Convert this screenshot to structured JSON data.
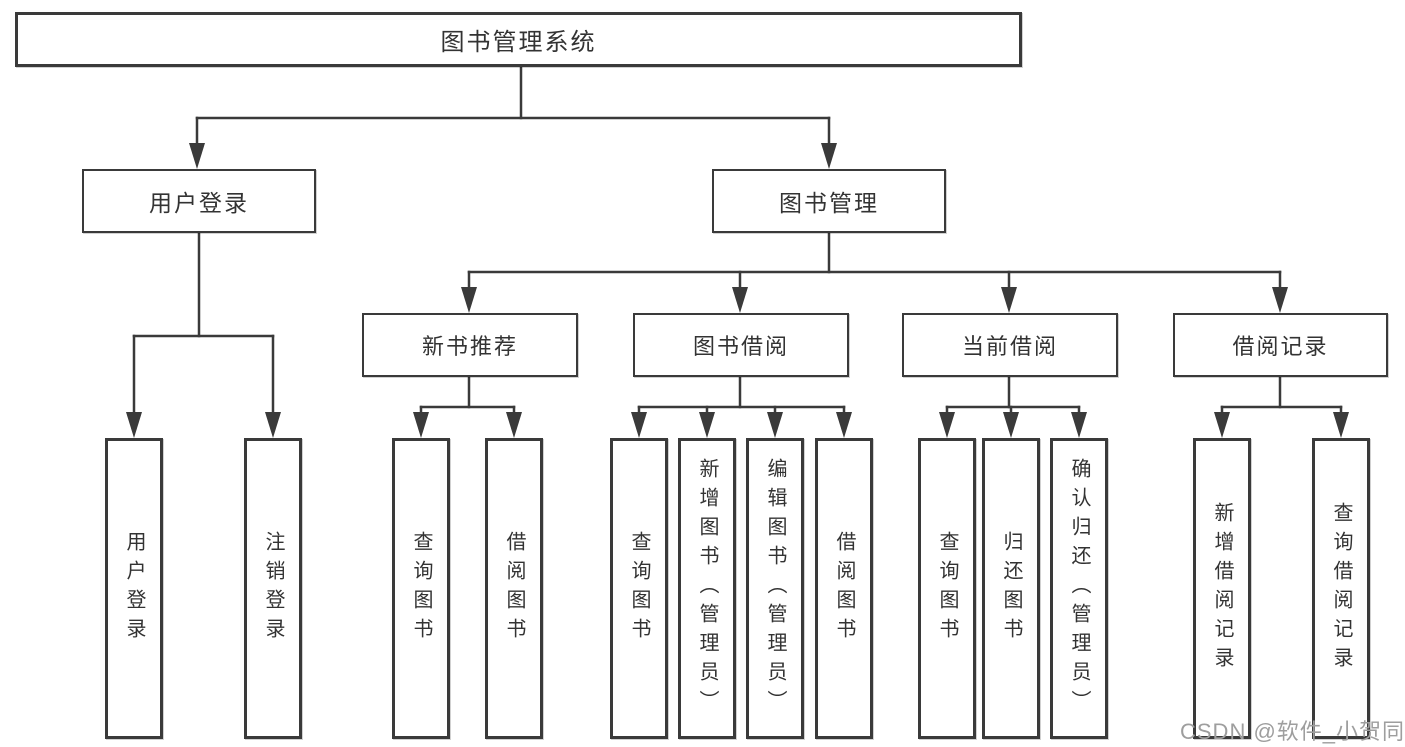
{
  "diagram_title": "图书管理系统",
  "tree": {
    "root": {
      "label": "图书管理系统",
      "children": [
        {
          "label": "用户登录",
          "children": [
            {
              "label": "用户登录"
            },
            {
              "label": "注销登录"
            }
          ]
        },
        {
          "label": "图书管理",
          "children": [
            {
              "label": "新书推荐",
              "children": [
                {
                  "label": "查询图书"
                },
                {
                  "label": "借阅图书"
                }
              ]
            },
            {
              "label": "图书借阅",
              "children": [
                {
                  "label": "查询图书"
                },
                {
                  "label": "新增图书（管理员）"
                },
                {
                  "label": "编辑图书（管理员）"
                },
                {
                  "label": "借阅图书"
                }
              ]
            },
            {
              "label": "当前借阅",
              "children": [
                {
                  "label": "查询图书"
                },
                {
                  "label": "归还图书"
                },
                {
                  "label": "确认归还（管理员）"
                }
              ]
            },
            {
              "label": "借阅记录",
              "children": [
                {
                  "label": "新增借阅记录"
                },
                {
                  "label": "查询借阅记录"
                }
              ]
            }
          ]
        }
      ]
    }
  },
  "watermark": {
    "text": "CSDN @软件_小贺同学"
  },
  "colors": {
    "line": "#3a3a3a",
    "box_border": "#3a3a3a",
    "text": "#333333",
    "watermark": "#9e9e9e",
    "background": "#ffffff"
  }
}
